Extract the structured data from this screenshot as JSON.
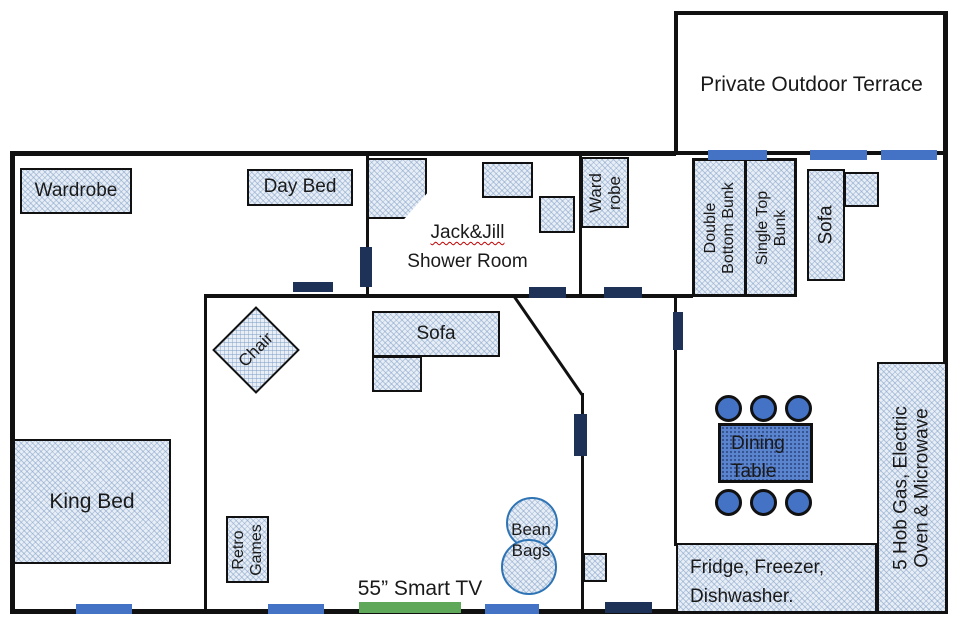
{
  "plan": {
    "terrace": {
      "label": "Private Outdoor Terrace"
    },
    "shower_room": {
      "name_line": "Jack&Jill",
      "type_line": "Shower Room"
    },
    "furniture": {
      "wardrobe_main": {
        "label": "Wardrobe"
      },
      "day_bed": {
        "label": "Day Bed"
      },
      "wardrobe_bunk": {
        "line1": "Ward",
        "line2": "robe"
      },
      "bunk_double": {
        "line1": "Double",
        "line2": "Bottom Bunk"
      },
      "bunk_single": {
        "line1": "Single Top",
        "line2": "Bunk"
      },
      "sofa_bunk_room": {
        "label": "Sofa"
      },
      "chair": {
        "label": "Chair"
      },
      "sofa_living_room": {
        "label": "Sofa"
      },
      "king_bed": {
        "label": "King Bed"
      },
      "retro_games": {
        "line1": "Retro",
        "line2": "Games"
      },
      "bean_bags": {
        "line1": "Bean",
        "line2": "Bags"
      },
      "smart_tv": {
        "label": "55” Smart TV"
      },
      "dining_table": {
        "line1": "Dining",
        "line2": "Table"
      },
      "fridge_area": {
        "line1": "Fridge, Freezer,",
        "line2": "Dishwasher."
      },
      "cooker_area": {
        "line1": "5 Hob Gas, Electric",
        "line2": "Oven & Microwave"
      }
    },
    "colors": {
      "wall": "#111111",
      "door": "#1e3257",
      "window": "#4472c4",
      "tv_stand": "#5fa85a",
      "furniture_fill": "#e8eef6",
      "hatch_line": "#9db5d1",
      "dining_blue": "#5b84cf",
      "chair_blue": "#4472c4",
      "beanbag_outline": "#2e74b5",
      "spellcheck_underline": "#c00000"
    }
  }
}
